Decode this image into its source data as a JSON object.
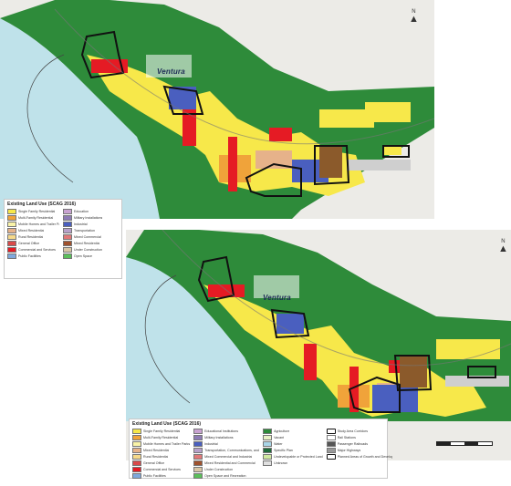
{
  "map_top": {
    "city_label": "Ventura",
    "north_label": "N",
    "legend": {
      "title": "Existing Land Use (SCAG 2016)",
      "columns": [
        [
          {
            "label": "Single Family Residential",
            "color": "#f7e84a"
          },
          {
            "label": "Multi-Family Residential",
            "color": "#f0a33a"
          },
          {
            "label": "Mobile Homes and Trailer Parks",
            "color": "#f9f3a8"
          },
          {
            "label": "Mixed Residential",
            "color": "#e6b28a"
          },
          {
            "label": "Rural Residential",
            "color": "#f6d98a"
          },
          {
            "label": "General Office",
            "color": "#d94a4a"
          },
          {
            "label": "Commercial and Services",
            "color": "#e51b24"
          },
          {
            "label": "Public Facilities",
            "color": "#7fa8dc"
          }
        ],
        [
          {
            "label": "Education",
            "color": "#c9a3d1"
          },
          {
            "label": "Military Installations",
            "color": "#8d7bb5"
          },
          {
            "label": "Industrial",
            "color": "#4a5fbf"
          },
          {
            "label": "Transportation",
            "color": "#b7a0c9"
          },
          {
            "label": "Mixed Commercial",
            "color": "#e17878"
          },
          {
            "label": "Mixed Residential",
            "color": "#a0522d"
          },
          {
            "label": "Under Construction",
            "color": "#d9c6a5"
          },
          {
            "label": "Open Space",
            "color": "#5bbf5b"
          }
        ]
      ]
    }
  },
  "map_bottom": {
    "city_label": "Ventura",
    "north_label": "N",
    "legend": {
      "title": "Existing Land Use (SCAG 2016)",
      "columns": [
        [
          {
            "label": "Single Family Residential",
            "color": "#f7e84a"
          },
          {
            "label": "Multi-Family Residential",
            "color": "#f0a33a"
          },
          {
            "label": "Mobile Homes and Trailer Parks",
            "color": "#f9f3a8"
          },
          {
            "label": "Mixed Residential",
            "color": "#e6b28a"
          },
          {
            "label": "Rural Residential",
            "color": "#f6d98a"
          },
          {
            "label": "General Office",
            "color": "#d94a4a"
          },
          {
            "label": "Commercial and Services",
            "color": "#e51b24"
          },
          {
            "label": "Public Facilities",
            "color": "#7fa8dc"
          }
        ],
        [
          {
            "label": "Educational Institutions",
            "color": "#c9a3d1"
          },
          {
            "label": "Military Installations",
            "color": "#8d7bb5"
          },
          {
            "label": "Industrial",
            "color": "#4a5fbf"
          },
          {
            "label": "Transportation, Communications, and Utilities",
            "color": "#b7a0c9"
          },
          {
            "label": "Mixed Commercial and Industrial",
            "color": "#e17878"
          },
          {
            "label": "Mixed Residential and Commercial",
            "color": "#a0522d"
          },
          {
            "label": "Under Construction",
            "color": "#d9c6a5"
          },
          {
            "label": "Open Space and Recreation",
            "color": "#5bbf5b"
          }
        ],
        [
          {
            "label": "Agriculture",
            "color": "#2e8b3a"
          },
          {
            "label": "Vacant",
            "color": "#e9f2c7"
          },
          {
            "label": "Water",
            "color": "#a9d6e8"
          },
          {
            "label": "Specific Plan",
            "color": "#1f6b3a"
          },
          {
            "label": "Undevelopable or Protected Land",
            "color": "#cfe8a0"
          },
          {
            "label": "Unknown",
            "color": "#e0e0e0"
          }
        ],
        [
          {
            "label": "Study Area Corridors",
            "color": "#ffffff",
            "outline": true
          },
          {
            "label": "Rail Stations",
            "color": "#ffffff"
          },
          {
            "label": "Passenger Railroads",
            "color": "#555555"
          },
          {
            "label": "Major Highways",
            "color": "#999999"
          },
          {
            "label": "Planned Areas of Growth and Development",
            "color": "#ffffff",
            "outline": true
          }
        ]
      ]
    }
  },
  "colors": {
    "ocean": "#bfe2ea",
    "agriculture": "#2e8b3a",
    "residential": "#f7e84a",
    "commercial": "#e51b24",
    "industrial": "#4a5fbf",
    "mixed": "#8b5a2b",
    "hills": "#ecebe7"
  }
}
